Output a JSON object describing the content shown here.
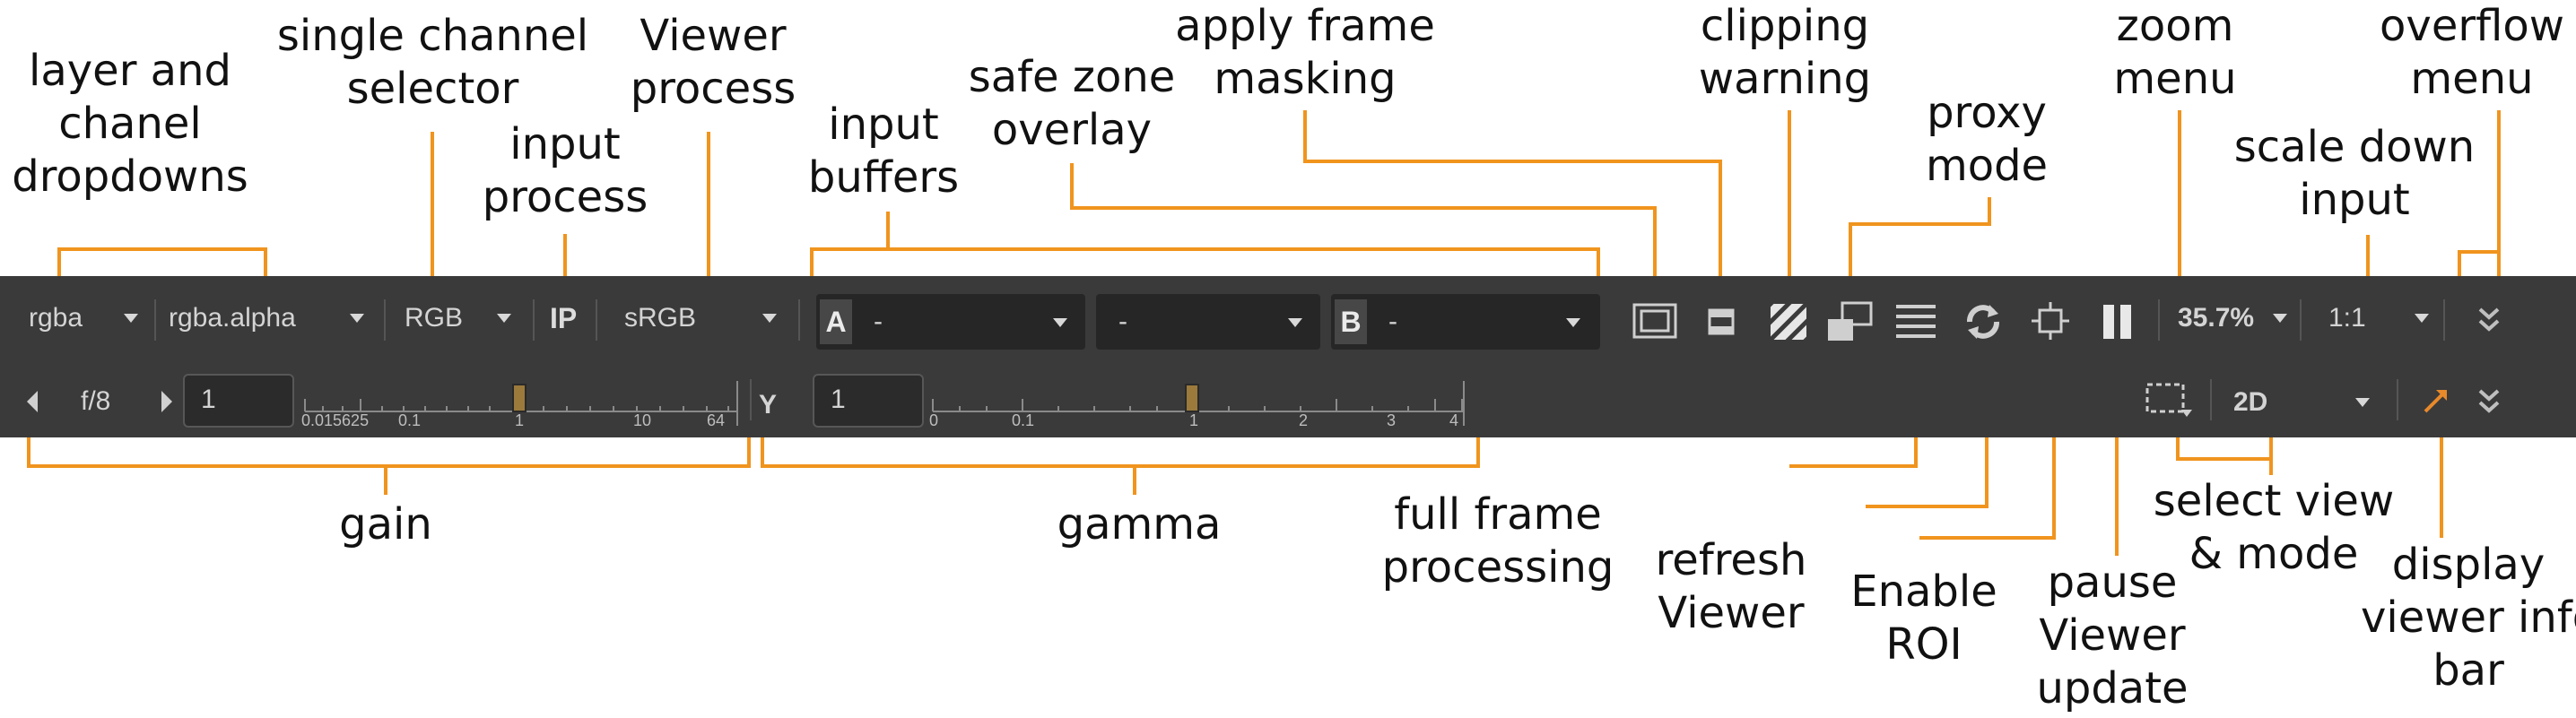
{
  "callouts": {
    "layer_channel": "layer and\nchanel\ndropdowns",
    "single_channel": "single channel\nselector",
    "input_process": "input\nprocess",
    "viewer_process": "Viewer\nprocess",
    "input_buffers": "input\nbuffers",
    "safe_zone": "safe zone\noverlay",
    "frame_masking": "apply frame\nmasking",
    "clipping": "clipping\nwarning",
    "proxy": "proxy\nmode",
    "zoom": "zoom\nmenu",
    "scale_down": "scale down\ninput",
    "overflow": "overflow\nmenu",
    "gain": "gain",
    "gamma": "gamma",
    "full_frame": "full frame\nprocessing",
    "refresh": "refresh\nViewer",
    "roi": "Enable\nROI",
    "pause": "pause\nViewer\nupdate",
    "select_view": "select view\n& mode",
    "info_bar": "display\nviewer info\nbar"
  },
  "toolbar": {
    "layer_value": "rgba",
    "channel_value": "rgba.alpha",
    "single_channel_value": "RGB",
    "input_process_label": "IP",
    "viewer_process_value": "sRGB",
    "buffer_a_letter": "A",
    "buffer_a_value": "-",
    "wipe_value": "-",
    "buffer_b_letter": "B",
    "buffer_b_value": "-",
    "zoom_value": "35.7%",
    "scale_value": "1:1",
    "fstop_label": "f/8",
    "gain_value": "1",
    "gain_ticks": [
      "0.015625",
      "0.1",
      "1",
      "10",
      "64"
    ],
    "gamma_label": "Y",
    "gamma_value": "1",
    "gamma_ticks": [
      "0",
      "0.1",
      "1",
      "2",
      "3",
      "4"
    ],
    "view_mode_value": "2D"
  },
  "colors": {
    "callout_line": "#f0941e",
    "toolbar_bg": "#3a3a3a",
    "info_arrow": "#e8892a"
  }
}
